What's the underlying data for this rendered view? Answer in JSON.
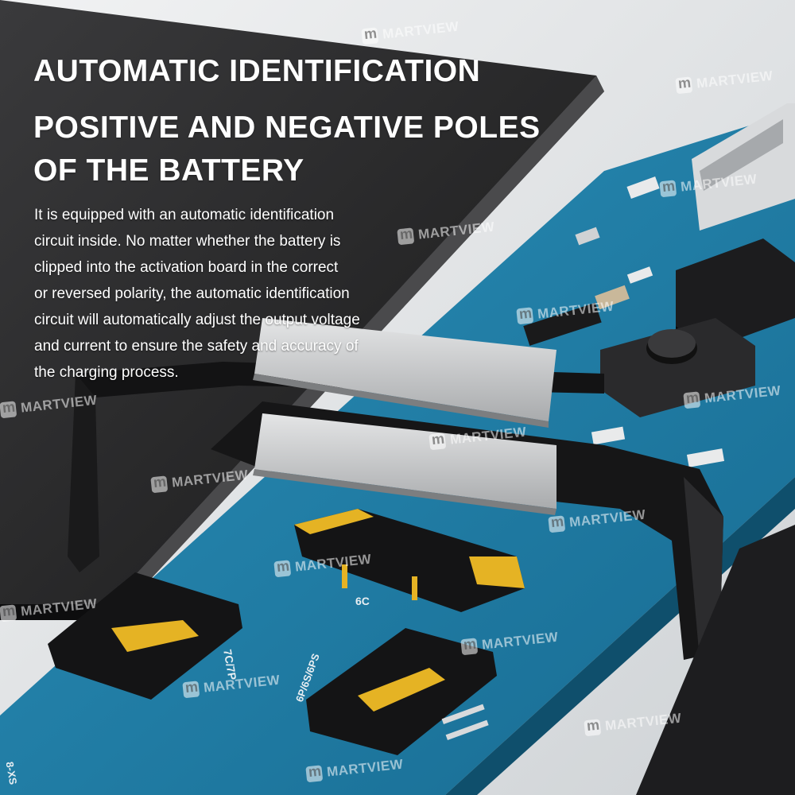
{
  "headline": {
    "line1": "AUTOMATIC IDENTIFICATION",
    "line2": "POSITIVE AND NEGATIVE POLES",
    "line3": "OF THE BATTERY"
  },
  "description": {
    "lines": [
      "It is equipped with an automatic identification",
      "circuit inside. No matter whether the battery is",
      "clipped into the activation board in the correct",
      "or reversed polarity, the automatic identification",
      "circuit will automatically adjust the output voltage",
      "and current to ensure the safety and accuracy of",
      "the charging process."
    ]
  },
  "watermark": {
    "text": "MARTVIEW"
  },
  "board_labels": {
    "slot_6c": "6C",
    "slot_7c": "7C/7P",
    "slot_6p": "6P/6S/6PS",
    "slot_8": "8-XS"
  },
  "colors": {
    "board": "#1f7fa8",
    "battery": "#2b2b2d",
    "flex": "#1a1a1c",
    "contact": "#c9cacb",
    "connector_gold": "#e5b324"
  }
}
